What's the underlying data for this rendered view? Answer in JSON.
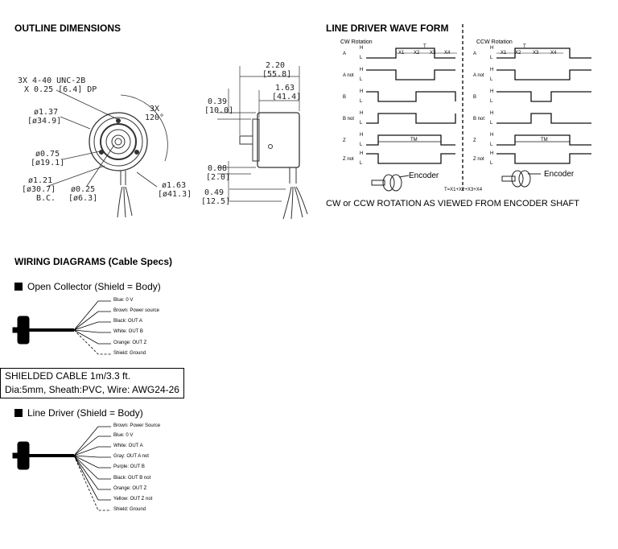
{
  "outline": {
    "title": "OUTLINE DIMENSIONS",
    "thread": [
      "3X 4-40 UNC-2B",
      "X 0.25 [6.4] DP"
    ],
    "d137": [
      "ø1.37",
      "[ø34.9]"
    ],
    "angle": [
      "3X",
      "120°"
    ],
    "d075": [
      "ø0.75",
      "[ø19.1]"
    ],
    "d121": [
      "ø1.21",
      "[ø30.7]",
      "B.C."
    ],
    "d025": [
      "ø0.25",
      "[ø6.3]"
    ],
    "d163": [
      "ø1.63",
      "[ø41.3]"
    ],
    "len220": [
      "2.20",
      "[55.8]"
    ],
    "len163": [
      "1.63",
      "[41.4]"
    ],
    "len039": [
      "0.39",
      "[10.0]"
    ],
    "len008": [
      "0.08",
      "[2.0]"
    ],
    "len049": [
      "0.49",
      "[12.5]"
    ]
  },
  "wave": {
    "title": "LINE DRIVER WAVE FORM",
    "cw_label": "CW Rotation",
    "ccw_label": "CCW Rotation",
    "channels": [
      "A",
      "A not",
      "B",
      "B not",
      "Z",
      "Z not"
    ],
    "h": "H",
    "l": "L",
    "t": "T",
    "x_labels": [
      "X1",
      "X2",
      "X3",
      "X4"
    ],
    "tm": "TM",
    "encoder": "Encoder",
    "formula": "T=X1+X2+X3+X4",
    "caption": "CW or CCW ROTATION AS VIEWED FROM ENCODER SHAFT"
  },
  "wiring": {
    "title": "WIRING DIAGRAMS (Cable Specs)",
    "open_collector": {
      "title": "Open Collector (Shield = Body)",
      "wires": [
        "Blue: 0 V",
        "Brown: Power source",
        "Black: OUT A",
        "White: OUT B",
        "Orange: OUT Z",
        "Shield: Ground"
      ]
    },
    "cable": [
      "SHIELDED CABLE 1m/3.3 ft.",
      "Dia:5mm, Sheath:PVC, Wire: AWG24-26"
    ],
    "line_driver": {
      "title": "Line Driver (Shield = Body)",
      "wires": [
        "Brown: Power Source",
        "Blue: 0 V",
        "White: OUT A",
        "Gray: OUT A not",
        "Purple: OUT B",
        "Black: OUT B not",
        "Orange: OUT Z",
        "Yellow: OUT Z not",
        "Shield: Ground"
      ]
    }
  }
}
